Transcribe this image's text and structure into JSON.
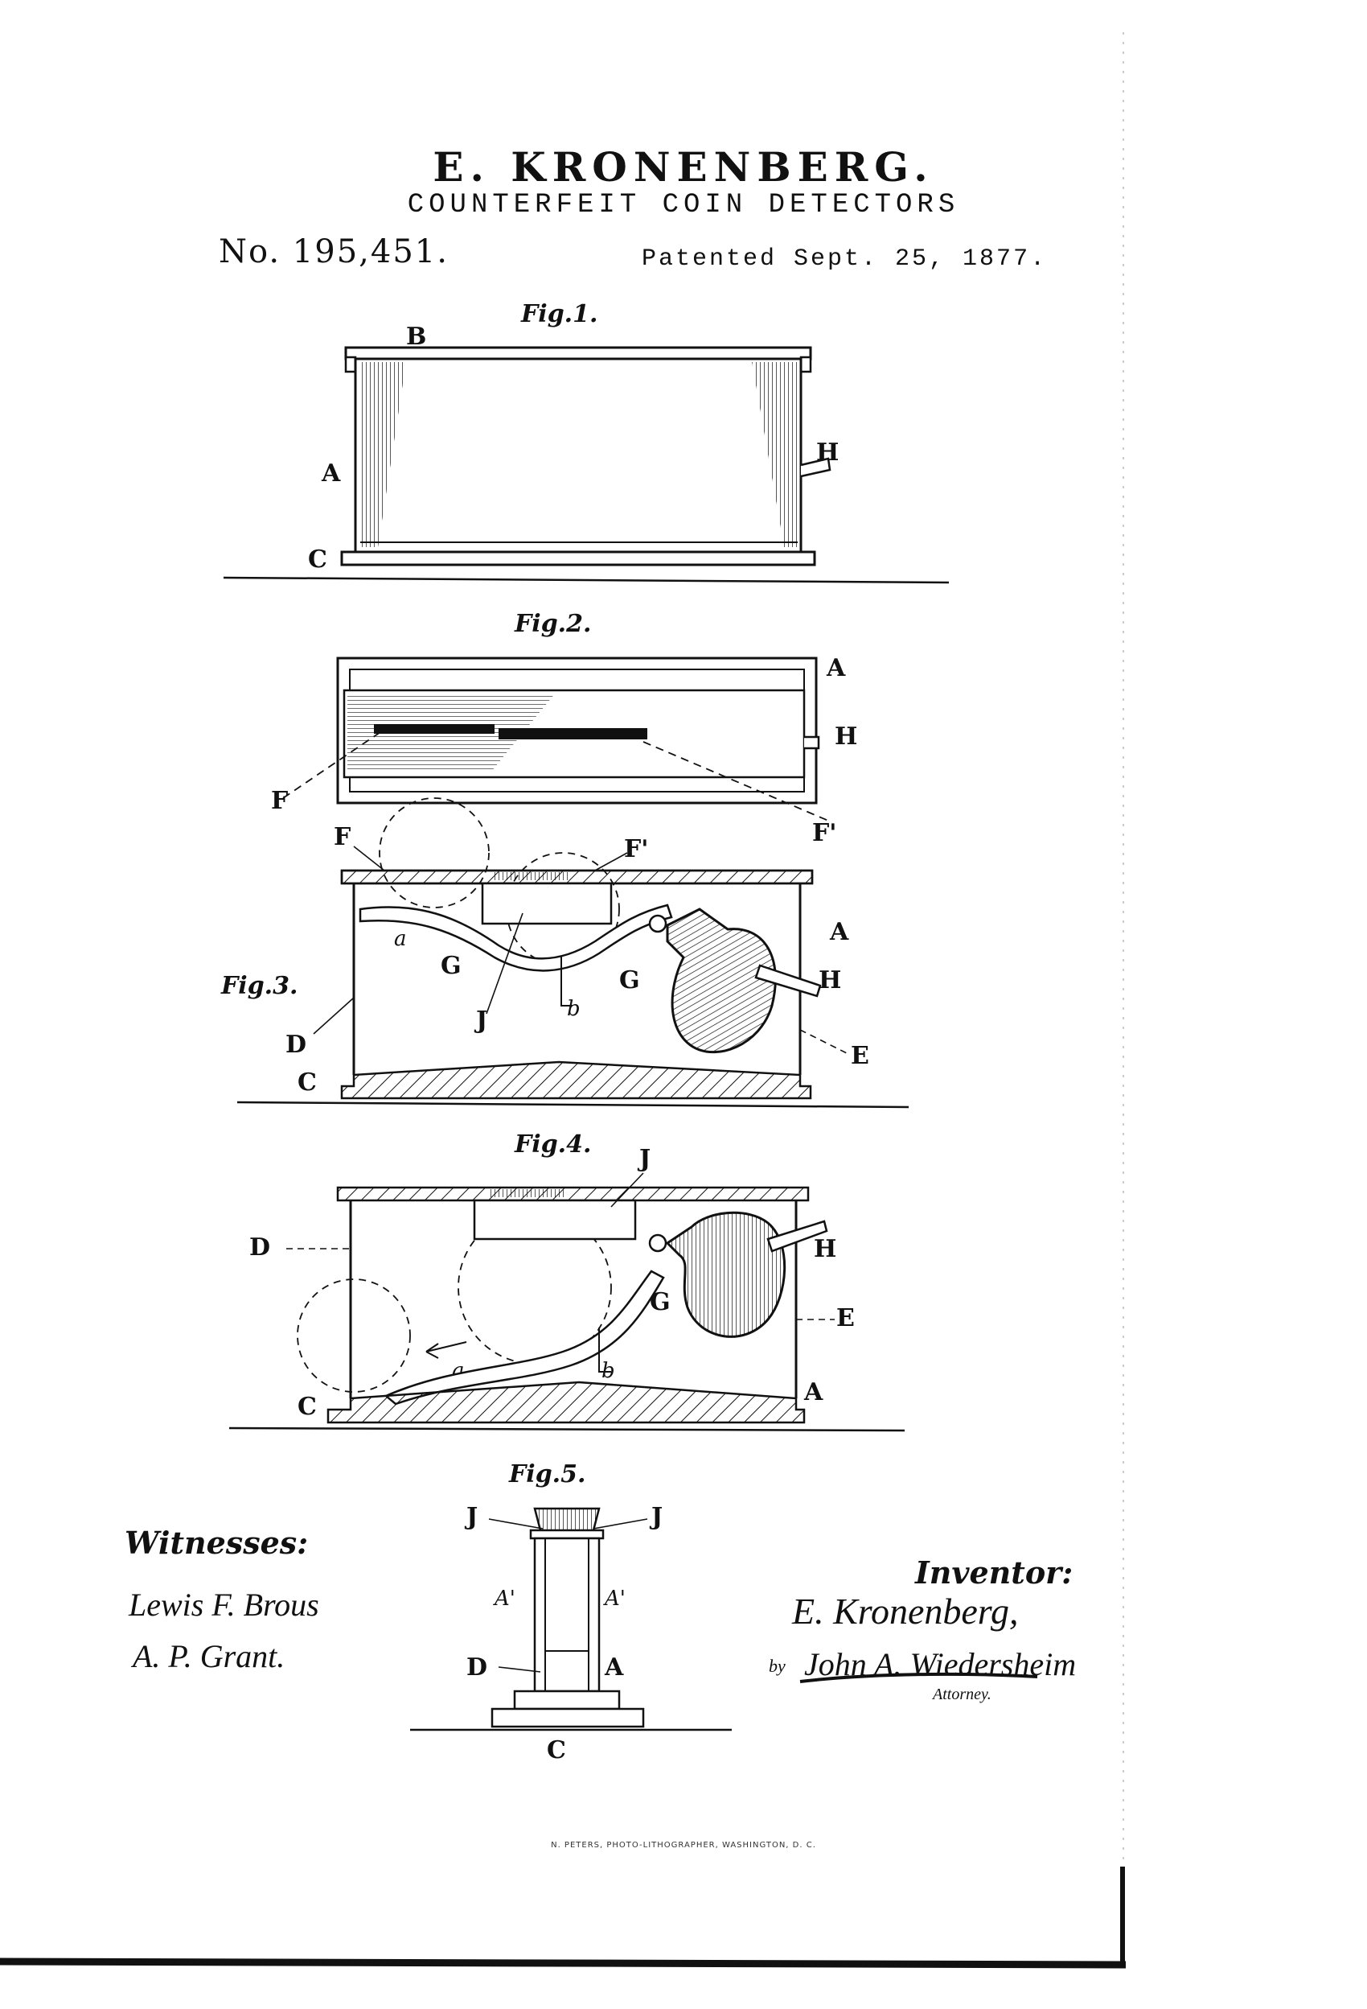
{
  "header": {
    "inventor": "E. KRONENBERG.",
    "title": "COUNTERFEIT COIN DETECTORS",
    "patent_number": "No. 195,451.",
    "patent_date": "Patented Sept. 25, 1877."
  },
  "figures": {
    "fig1": {
      "label": "Fig.1.",
      "parts": [
        "B",
        "A",
        "H",
        "C"
      ]
    },
    "fig2": {
      "label": "Fig.2.",
      "parts": [
        "A",
        "H",
        "F",
        "F'"
      ]
    },
    "fig3": {
      "label": "Fig.3.",
      "parts": [
        "F",
        "F'",
        "A",
        "a",
        "G",
        "G",
        "H",
        "J",
        "b",
        "D",
        "E",
        "C"
      ]
    },
    "fig4": {
      "label": "Fig.4.",
      "parts": [
        "J",
        "H",
        "D",
        "E",
        "G",
        "a",
        "b",
        "C",
        "A"
      ]
    },
    "fig5": {
      "label": "Fig.5.",
      "parts": [
        "J",
        "J",
        "A'",
        "A'",
        "D",
        "A",
        "C"
      ]
    }
  },
  "signatures": {
    "witnesses_label": "Witnesses:",
    "witness_1": "Lewis F. Brous",
    "witness_2": "A. P. Grant.",
    "inventor_label": "Inventor:",
    "inventor_signature": "E. Kronenberg,",
    "by": "by",
    "attorney_signature": "John A. Wiedersheim",
    "attorney_label": "Attorney."
  },
  "footer": {
    "lithographer": "N. PETERS, PHOTO-LITHOGRAPHER, WASHINGTON, D. C."
  }
}
